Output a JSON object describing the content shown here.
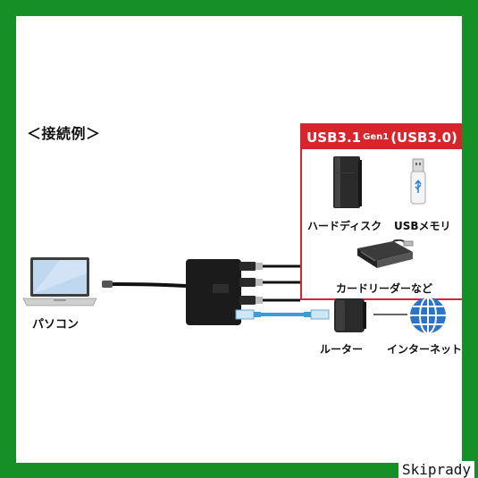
{
  "heading": "＜接続例＞",
  "usb_group": {
    "title_main": "USB3.1",
    "title_gen": "Gen1",
    "title_paren": "(USB3.0)",
    "items": {
      "hdd": "ハードディスク",
      "usb_memory": "USBメモリ",
      "card_reader": "カードリーダーなど"
    }
  },
  "devices": {
    "pc": "パソコン",
    "router": "ルーター",
    "internet": "インターネット"
  },
  "watermark": "Skiprady",
  "colors": {
    "border": "#168f27",
    "accent": "#d8252c",
    "lan_cable": "#3a9bd9"
  }
}
